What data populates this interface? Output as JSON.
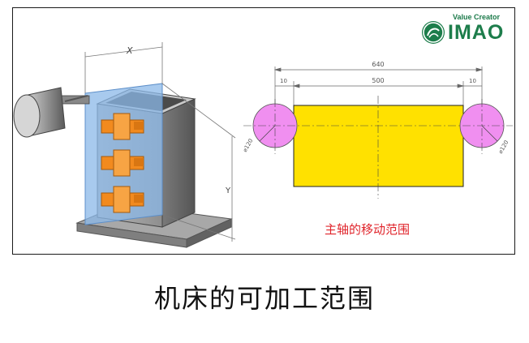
{
  "logo": {
    "tagline": "Value Creator",
    "wordmark": "IMAO",
    "color": "#1d7d4b"
  },
  "machine_view": {
    "dim_x_label": "X",
    "dim_y_label": "Y",
    "fixture_color": "#f28a1e",
    "plate_color": "#8bb8e8",
    "spindle_color": "#7a7a7a"
  },
  "range_diagram": {
    "dim_total": "640",
    "dim_inner": "500",
    "dim_left_margin": "10",
    "dim_right_margin": "10",
    "diameter_left": "⌀120",
    "diameter_right": "⌀120",
    "label": "主轴的移动范围",
    "label_color": "#e0242b",
    "rect_color": "#ffe100",
    "circle_color": "#f08ff0"
  },
  "caption": "机床的可加工范围"
}
